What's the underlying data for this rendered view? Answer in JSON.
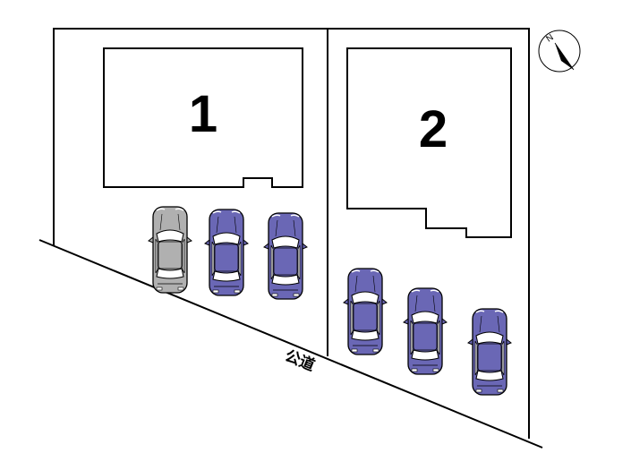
{
  "lots": [
    {
      "label": "1"
    },
    {
      "label": "2"
    }
  ],
  "road": {
    "label": "公道"
  },
  "compass": {
    "label": "N",
    "icon": "north-arrow-icon"
  },
  "cars": {
    "colors": {
      "gray": "#b0b0b0",
      "purple": "#6a67b5"
    },
    "items": [
      {
        "lot": "1",
        "color": "gray"
      },
      {
        "lot": "1",
        "color": "purple"
      },
      {
        "lot": "1",
        "color": "purple"
      },
      {
        "lot": "2",
        "color": "purple"
      },
      {
        "lot": "2",
        "color": "purple"
      },
      {
        "lot": "2",
        "color": "purple"
      }
    ]
  }
}
